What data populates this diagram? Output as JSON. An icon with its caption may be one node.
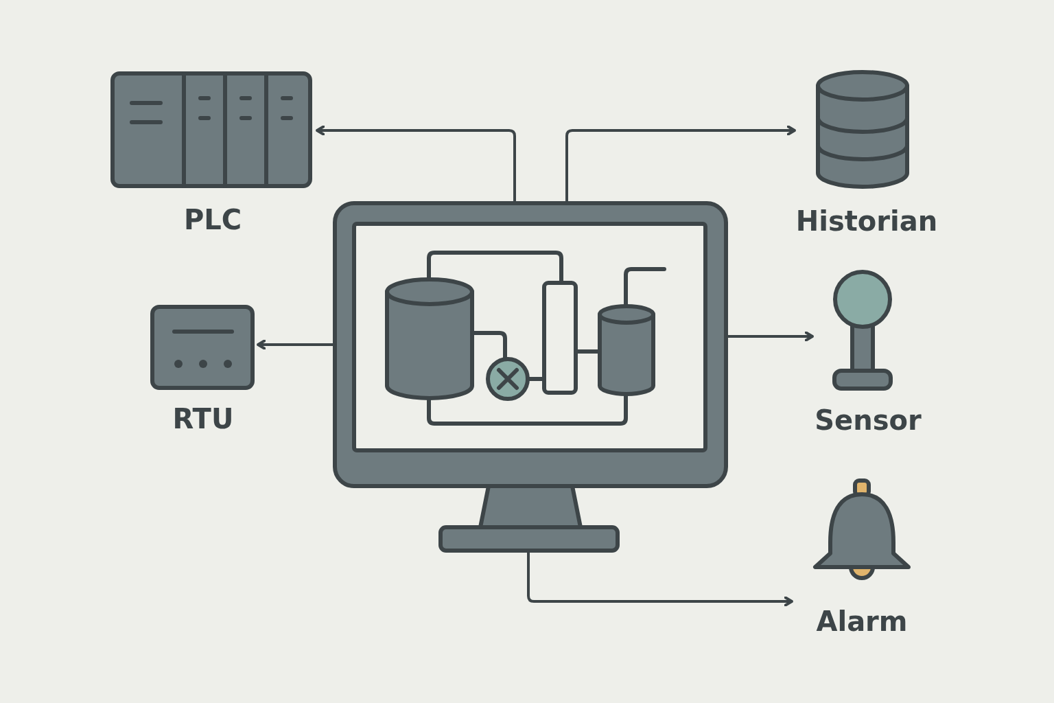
{
  "diagram": {
    "nodes": [
      {
        "text": [
          "PLC"
        ]
      },
      {
        "text": [
          "Historian"
        ]
      },
      {
        "text": [],
        "shape": "picture"
      },
      {
        "text": [
          "RTU"
        ]
      },
      {
        "text": [
          "Sensor"
        ]
      },
      {
        "text": [
          "Alarm"
        ]
      }
    ],
    "edges": [
      {
        "from": 2,
        "to": 0,
        "arrow": "to"
      },
      {
        "from": 2,
        "to": 1,
        "arrow": "to"
      },
      {
        "from": 2,
        "to": 3,
        "arrow": "to"
      },
      {
        "from": 2,
        "to": 4,
        "arrow": "to"
      },
      {
        "from": 2,
        "to": 5,
        "arrow": "to"
      }
    ]
  }
}
